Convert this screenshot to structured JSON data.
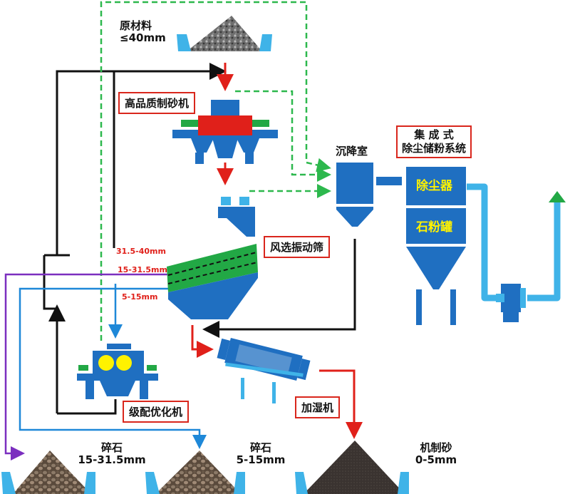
{
  "labels": {
    "raw_material": "原材料",
    "raw_size": "≤40mm",
    "sand_maker": "高品质制砂机",
    "settling_chamber": "沉降室",
    "dust_system_line1": "集 成 式",
    "dust_system_line2": "除尘储粉系统",
    "dust_collector": "除尘器",
    "powder_tank": "石粉罐",
    "air_screen": "风选振动筛",
    "size_31_40": "31.5-40mm",
    "size_15_31": "15-31.5mm",
    "size_5_15": "5-15mm",
    "grading_machine": "级配优化机",
    "humidifier": "加湿机",
    "gravel1_name": "碎石",
    "gravel1_size": "15-31.5mm",
    "gravel2_name": "碎石",
    "gravel2_size": "5-15mm",
    "sand_name": "机制砂",
    "sand_size": "0-5mm"
  },
  "colors": {
    "flow_black": "#111111",
    "flow_green_dashed": "#2db84d",
    "flow_red": "#e0201a",
    "flow_blue": "#1e88d8",
    "flow_purple": "#7b2fbf",
    "equipment_blue": "#1f6fc1",
    "duct_cyan": "#3fb3e8",
    "screen_green": "#22a845"
  }
}
